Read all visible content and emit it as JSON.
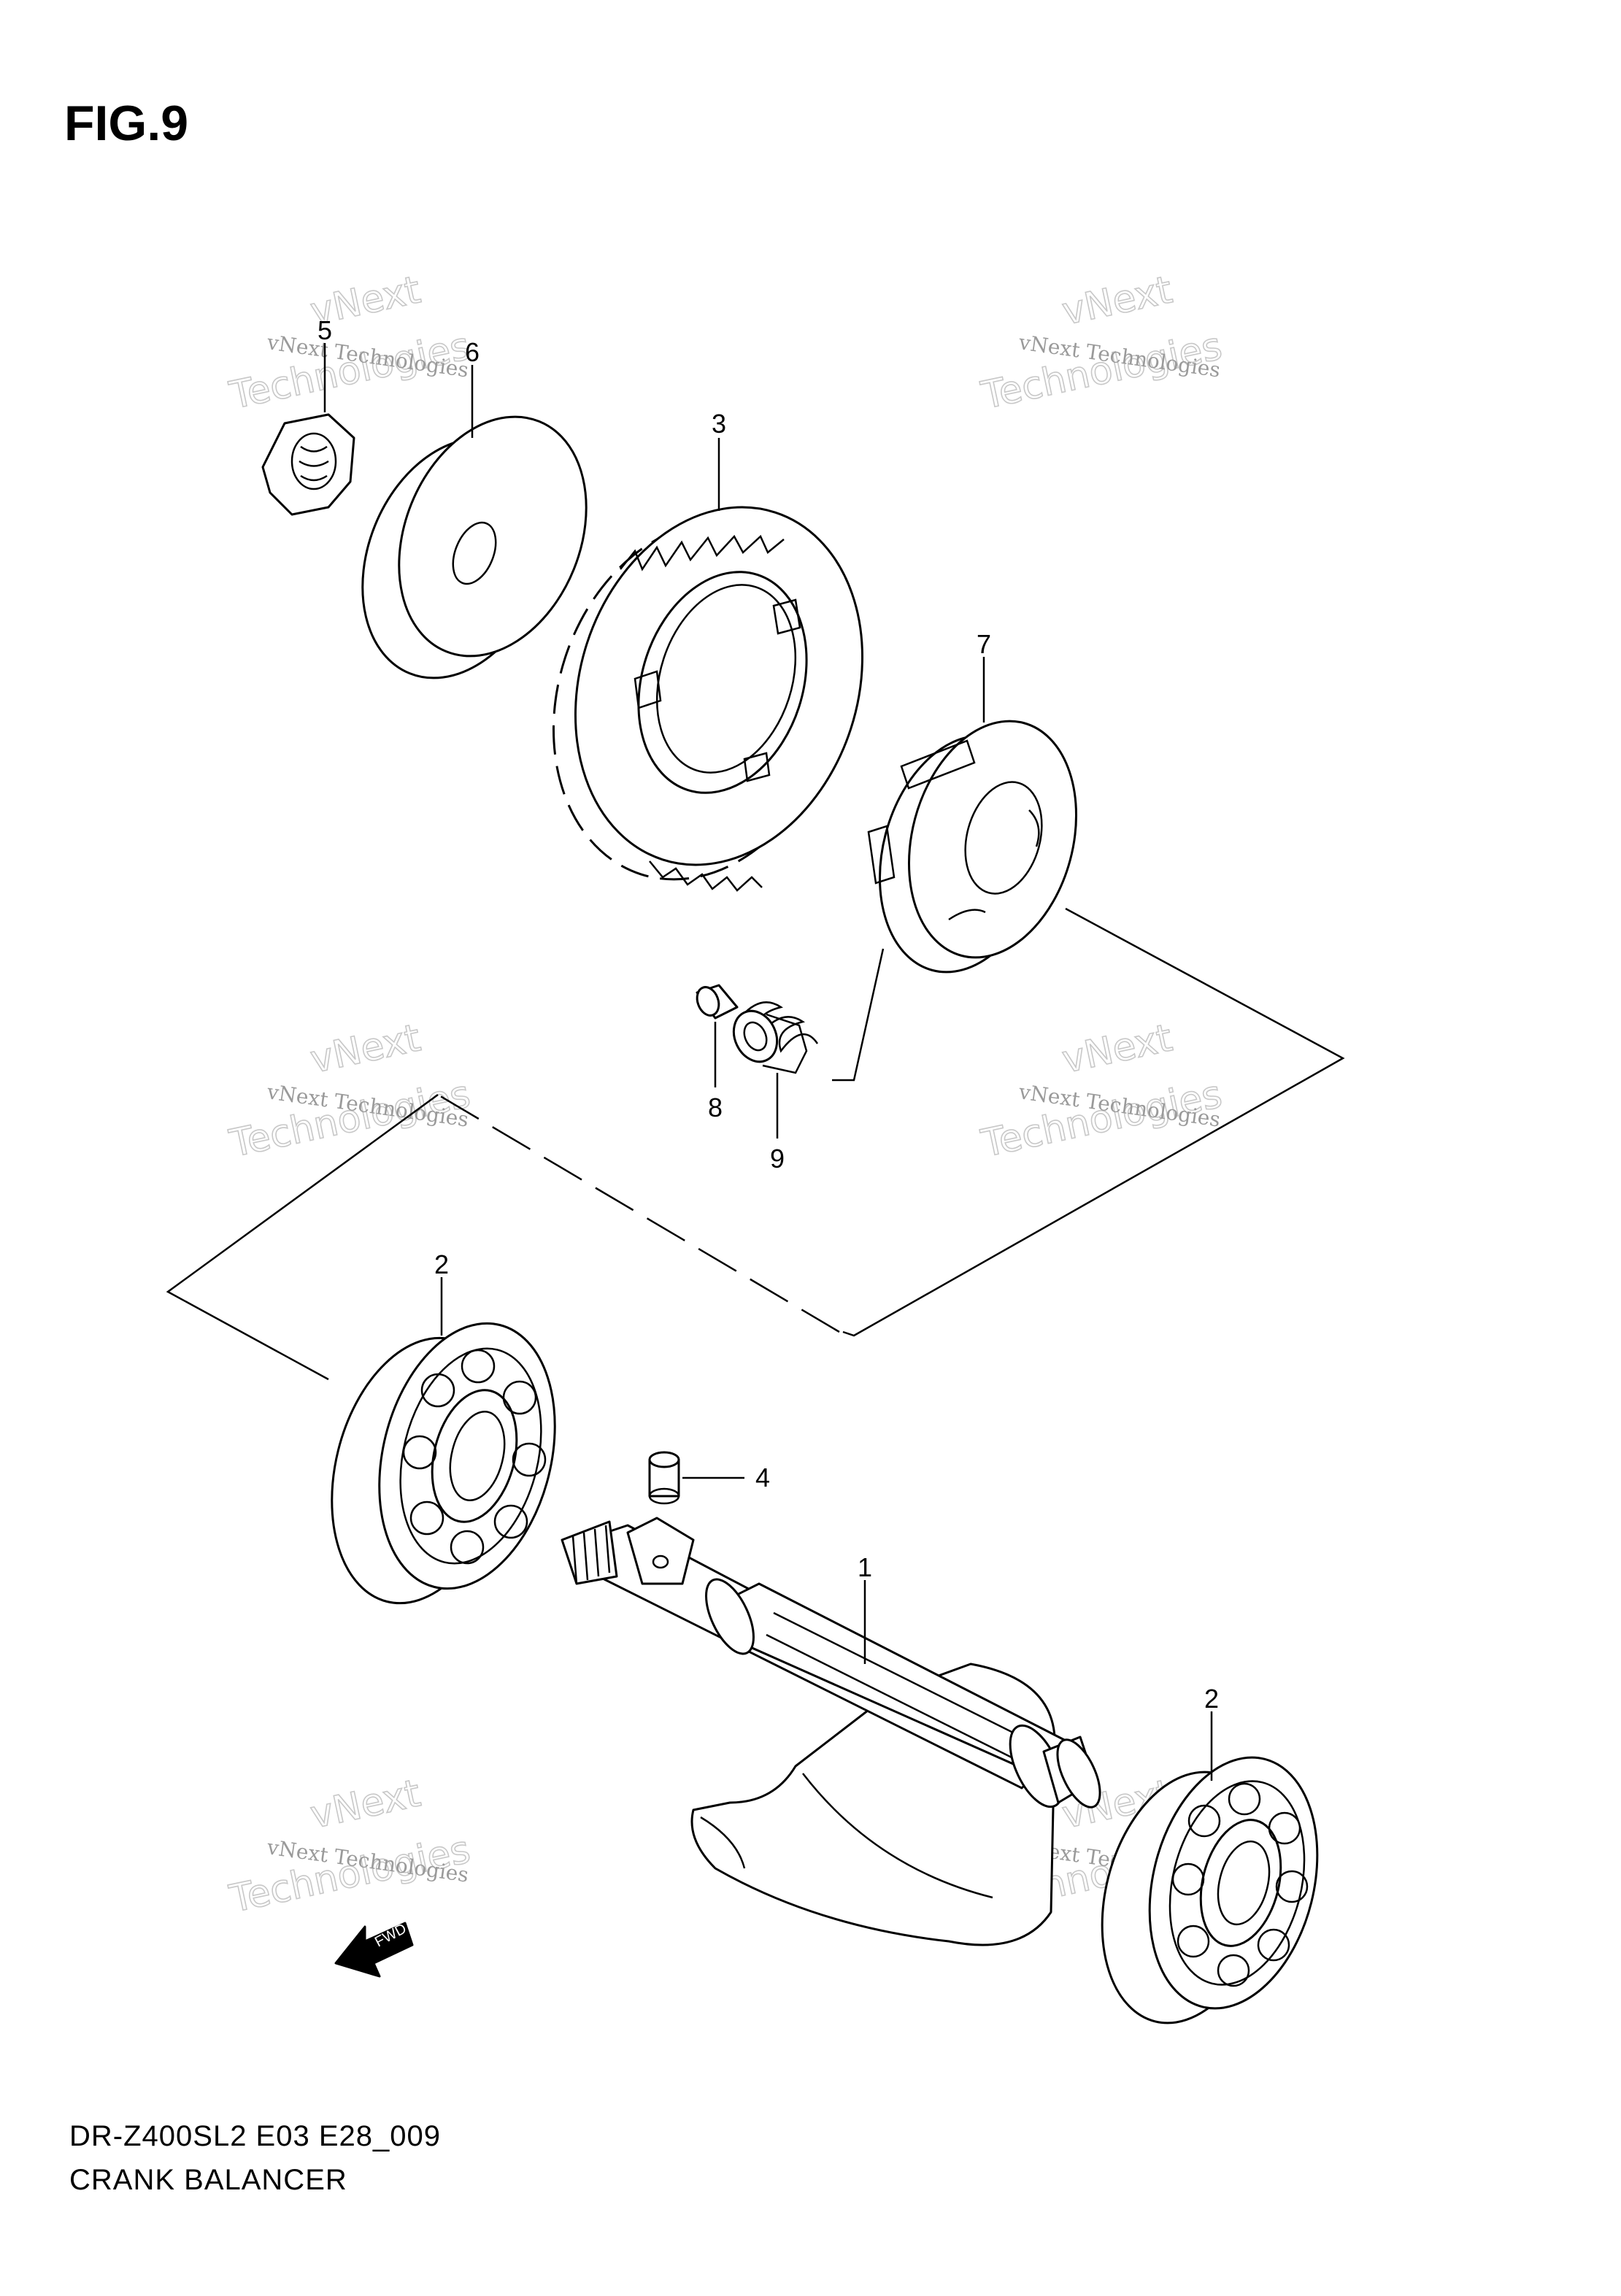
{
  "figure_label": "FIG.9",
  "model_code": "DR-Z400SL2 E03 E28_009",
  "diagram_name": "CRANK BALANCER",
  "fwd_label": "FWD",
  "watermark": {
    "line1": "vNext Technologies",
    "line2": "Technologies",
    "line3": "vNext"
  },
  "callouts": [
    "1",
    "2",
    "2",
    "3",
    "4",
    "5",
    "6",
    "7",
    "8",
    "9"
  ]
}
